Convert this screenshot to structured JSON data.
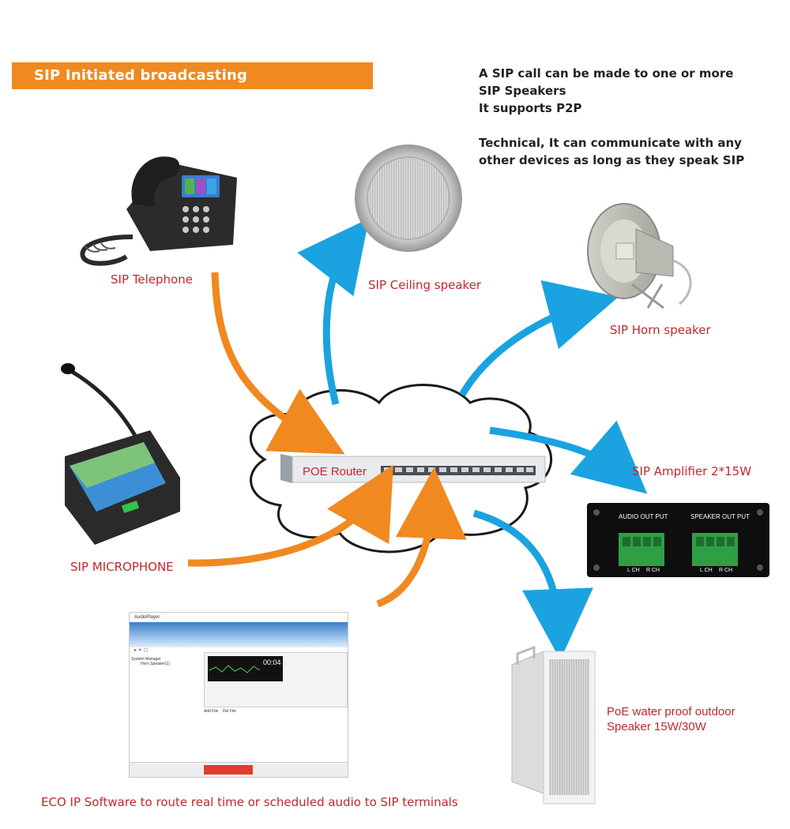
{
  "title": "SIP Initiated broadcasting",
  "description": {
    "line1": "A SIP call can be made to one  or more",
    "line2": "SIP Speakers",
    "line3": "It supports P2P",
    "line4": "Technical, It can communicate with any",
    "line5": "other devices as long as they speak SIP"
  },
  "nodes": {
    "telephone": "SIP Telephone",
    "microphone": "SIP MICROPHONE",
    "software": "ECO IP Software to route real time or scheduled audio to SIP terminals",
    "router": "POE Router",
    "ceiling": "SIP Ceiling speaker",
    "horn": "SIP Horn speaker",
    "amplifier": "SIP Amplifier 2*15W",
    "outdoor_line1": "PoE water proof outdoor",
    "outdoor_line2": "Speaker 15W/30W"
  },
  "amplifier_panel": {
    "audio_out": "AUDIO OUT PUT",
    "speaker_out": "SPEAKER OUT PUT",
    "lch": "L CH",
    "rch": "R CH"
  },
  "software_ui": {
    "window_title": "AudioPlayer",
    "time": "00:04",
    "tree_root": "System Manager",
    "tree_item": "Horn Speaker(1)",
    "add_file": "Add File",
    "del_file": "Del File"
  },
  "colors": {
    "orange": "#f0891f",
    "blue": "#1aa3e0",
    "label_red": "#c0282c"
  }
}
